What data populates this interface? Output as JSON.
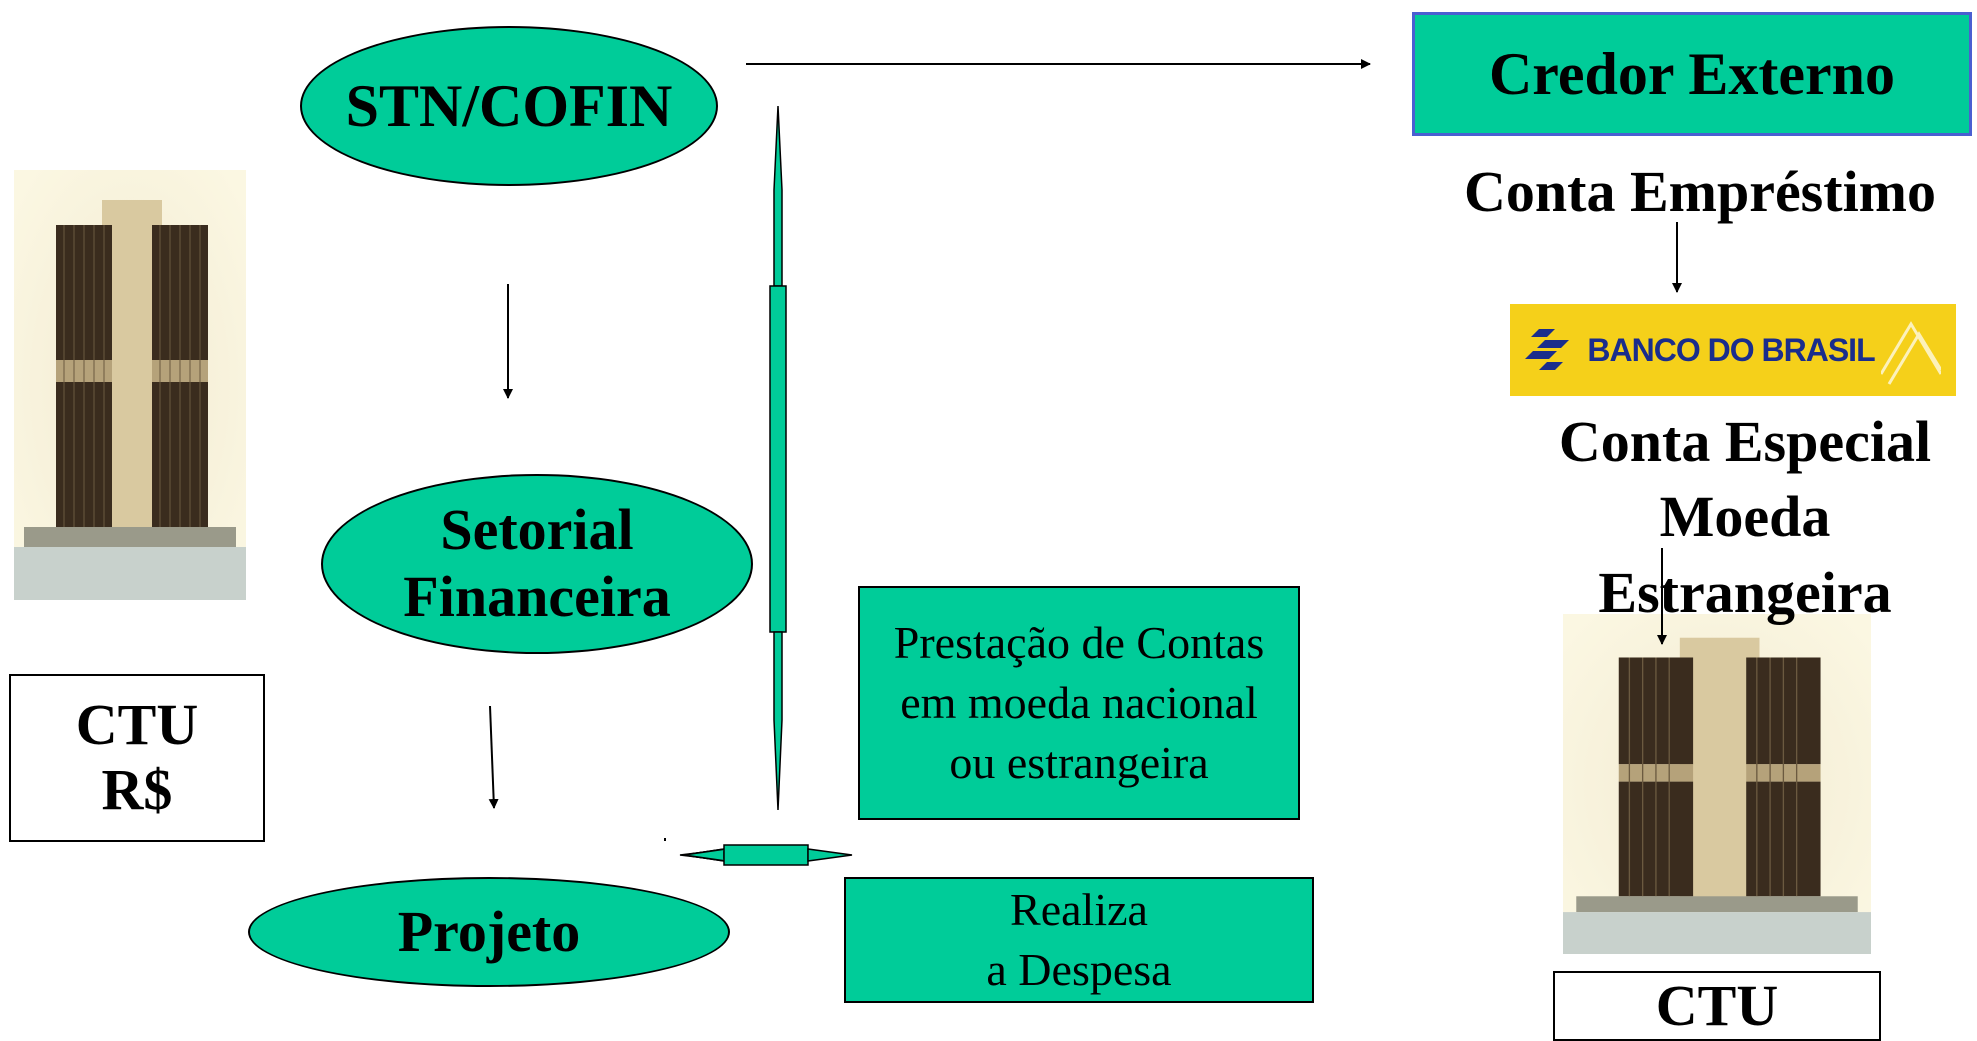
{
  "nodes": {
    "stn": "STN/COFIN",
    "setorial": [
      "Setorial",
      "Financeira"
    ],
    "projeto": "Projeto",
    "credor": "Credor Externo",
    "prestacao": [
      "Prestação de Contas",
      "em moeda nacional",
      "ou estrangeira"
    ],
    "realiza": [
      "Realiza",
      "a Despesa"
    ]
  },
  "labels": {
    "conta_emprestimo": "Conta Empréstimo",
    "conta_especial": [
      "Conta Especial",
      "Moeda",
      "Estrangeira"
    ]
  },
  "ctu_left": [
    "CTU",
    "R$"
  ],
  "ctu_right": "CTU",
  "bank_logo": {
    "text": "BANCO DO BRASIL",
    "bg": "#f5d01a",
    "fg": "#1a2d8c"
  },
  "colors": {
    "node_fill": "#00cc99",
    "credor_border": "#4a5fd1"
  }
}
